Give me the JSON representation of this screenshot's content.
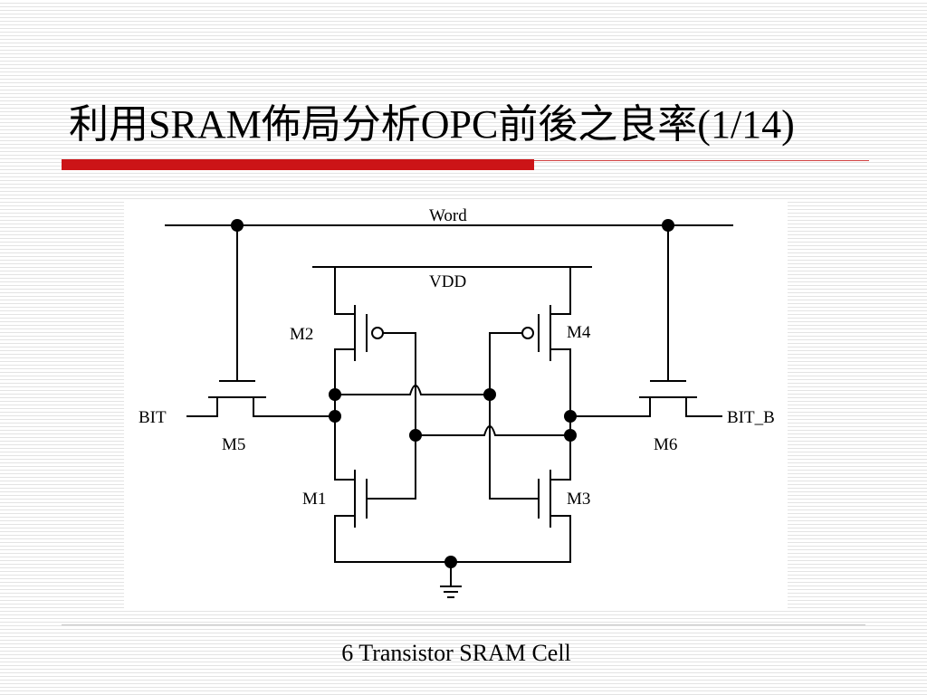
{
  "slide": {
    "title": "利用SRAM佈局分析OPC前後之良率(1/14)",
    "caption": "6 Transistor SRAM Cell",
    "accent_color": "#cc1417",
    "accent_line_color": "#d04040"
  },
  "diagram": {
    "labels": {
      "word": "Word",
      "vdd": "VDD",
      "bit": "BIT",
      "bit_b": "BIT_B",
      "m1": "M1",
      "m2": "M2",
      "m3": "M3",
      "m4": "M4",
      "m5": "M5",
      "m6": "M6"
    },
    "ground_symbol": "ground-icon"
  }
}
